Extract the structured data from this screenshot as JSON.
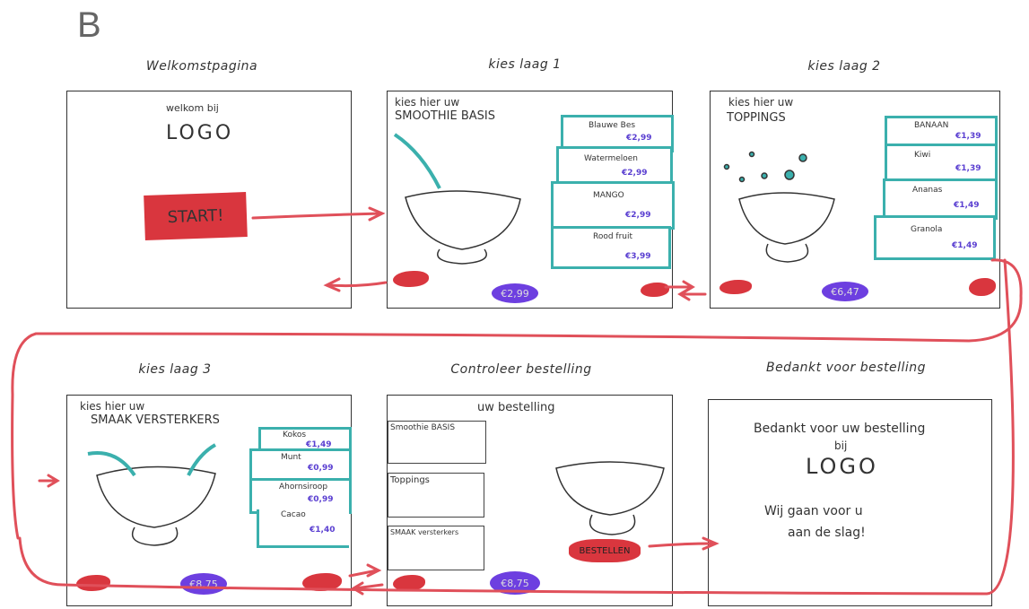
{
  "letter": "B",
  "screens": {
    "welcome": {
      "title": "Welkomstpagina",
      "line1": "welkom bij",
      "logo": "LOGO",
      "start": "START!"
    },
    "layer1": {
      "title": "kies laag 1",
      "line1": "kies hier uw",
      "line2": "SMOOTHIE BASIS",
      "price": "€2,99",
      "items": [
        {
          "name": "Blauwe Bes",
          "price": "€2,99"
        },
        {
          "name": "Watermeloen",
          "price": "€2,99"
        },
        {
          "name": "MANGO",
          "price": "€2,99"
        },
        {
          "name": "Rood fruit",
          "price": "€3,99"
        }
      ]
    },
    "layer2": {
      "title": "kies laag 2",
      "line1": "kies hier uw",
      "line2": "TOPPINGS",
      "price": "€6,47",
      "items": [
        {
          "name": "BANAAN",
          "price": "€1,39"
        },
        {
          "name": "Kiwi",
          "price": "€1,39"
        },
        {
          "name": "Ananas",
          "price": "€1,49"
        },
        {
          "name": "Granola",
          "price": "€1,49"
        }
      ]
    },
    "layer3": {
      "title": "kies laag 3",
      "line1": "kies hier uw",
      "line2": "SMAAK VERSTERKERS",
      "price": "€8,75",
      "items": [
        {
          "name": "Kokos",
          "price": "€1,49"
        },
        {
          "name": "Munt",
          "price": "€0,99"
        },
        {
          "name": "Ahornsiroop",
          "price": "€0,99"
        },
        {
          "name": "Cacao",
          "price": "€1,40"
        }
      ]
    },
    "review": {
      "title": "Controleer bestelling",
      "heading": "uw bestelling",
      "price": "€8,75",
      "sections": [
        "Smoothie BASIS",
        "Toppings",
        "SMAAK versterkers"
      ],
      "order": "BESTELLEN"
    },
    "thanks": {
      "title": "Bedankt voor bestelling",
      "line1": "Bedankt voor uw bestelling",
      "line2": "bij",
      "logo": "LOGO",
      "line3": "Wij gaan voor u",
      "line4": "aan de slag!"
    }
  },
  "colors": {
    "accent_teal": "#3bb0ad",
    "accent_red": "#d9363e",
    "price_purple": "#6d3fe0",
    "flow_arrow": "#e0505a"
  }
}
